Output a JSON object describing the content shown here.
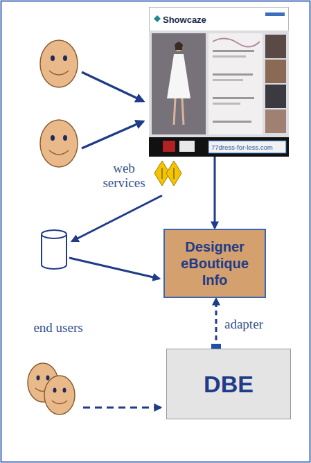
{
  "diagram": {
    "nodes": [
      {
        "text": [
          "Showcaze",
          "77dress-for-less.com"
        ]
      },
      {
        "text": [
          "Designer eBoutique Info"
        ]
      },
      {
        "text": [
          "DBE"
        ]
      }
    ],
    "edges": [
      {
        "from": 0,
        "to": 1,
        "arrow": "to"
      },
      {
        "from": 2,
        "to": 1,
        "label": "adapter",
        "arrow": "to"
      }
    ],
    "labels": [
      "web services",
      "end users"
    ]
  }
}
